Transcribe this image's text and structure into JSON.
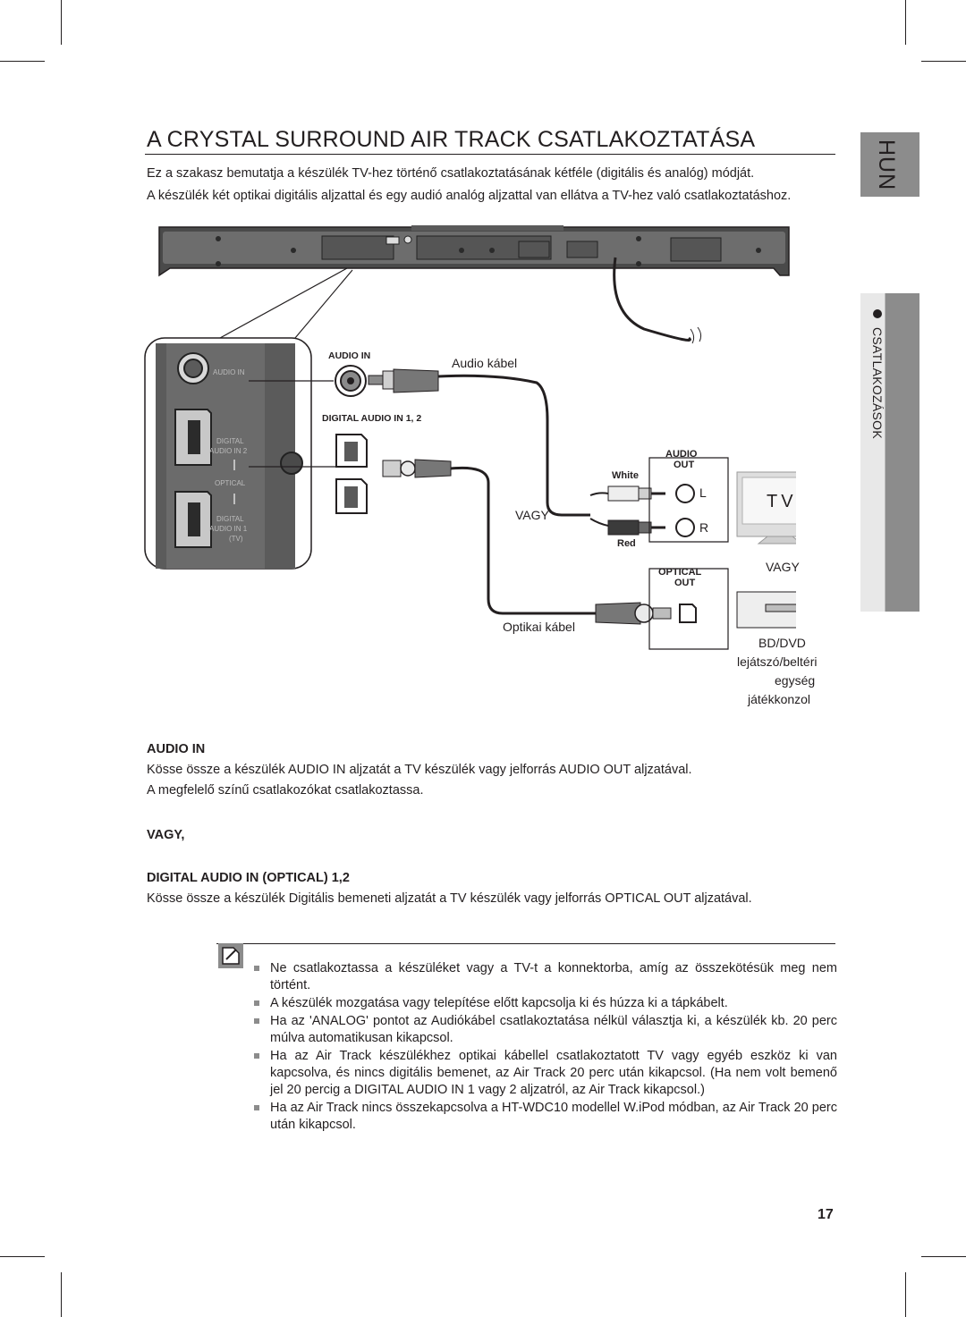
{
  "page": {
    "title": "A CRYSTAL SURROUND AIR TRACK CSATLAKOZTATÁSA",
    "intro": [
      "Ez a szakasz bemutatja a készülék TV-hez történő csatlakoztatásának kétféle (digitális és analóg) módját.",
      "A készülék két optikai digitális aljzattal és egy audió analóg aljzattal van ellátva a TV-hez való csatlakoztatáshoz."
    ],
    "language_tab": "HUN",
    "section_tab": "CSATLAKOZÁSOK",
    "page_number": "17"
  },
  "diagram": {
    "panel_labels": {
      "audio_in": "AUDIO IN",
      "digital_1": "DIGITAL",
      "digital_1b": "AUDIO IN 2",
      "optical": "OPTICAL",
      "digital_2": "DIGITAL",
      "digital_2b": "AUDIO IN 1",
      "tv_small": "(TV)"
    },
    "audio_in_label": "AUDIO IN",
    "digital_audio_in_label": "DIGITAL AUDIO IN 1, 2",
    "audio_cable_label": "Audio kábel",
    "or_label_1": "VAGY",
    "white_label": "White",
    "red_label": "Red",
    "audio_out_label_1": "AUDIO",
    "audio_out_label_2": "OUT",
    "left_label": "L",
    "right_label": "R",
    "tv_label": "TV",
    "or_label_2": "VAGY",
    "optical_out_label_1": "OPTICAL",
    "optical_out_label_2": "OUT",
    "optical_cable_label": "Optikai kábel",
    "device_lines": [
      "BD/DVD",
      "lejátszó/beltéri",
      "egység",
      "játékkonzol"
    ]
  },
  "sections": {
    "audio_in_heading": "AUDIO IN",
    "audio_in_body": [
      "Kösse össze a készülék AUDIO IN aljzatát a TV készülék vagy jelforrás AUDIO OUT aljzatával.",
      "A megfelelő színű csatlakozókat csatlakoztassa."
    ],
    "or_heading": "VAGY,",
    "digital_heading": "DIGITAL AUDIO IN (OPTICAL) 1,2",
    "digital_body": "Kösse össze a készülék Digitális bemeneti aljzatát a TV készülék vagy jelforrás OPTICAL OUT aljzatával."
  },
  "notes": [
    "Ne csatlakoztassa a készüléket vagy a TV-t a konnektorba, amíg az összekötésük meg nem történt.",
    "A készülék mozgatása vagy telepítése előtt kapcsolja ki és húzza ki a tápkábelt.",
    "Ha az 'ANALOG' pontot az Audiókábel csatlakoztatása nélkül választja ki, a készülék kb. 20 perc múlva automatikusan kikapcsol.",
    "Ha az Air Track készülékhez optikai kábellel csatlakoztatott TV vagy egyéb eszköz ki van kapcsolva, és nincs digitális bemenet, az Air Track 20 perc után kikapcsol. (Ha nem volt bemenő jel 20 percig a DIGITAL AUDIO IN 1 vagy 2 aljzatról, az Air Track kikapcsol.)",
    "Ha az Air Track nincs összekapcsolva a HT-WDC10 modellel W.iPod módban, az Air Track 20 perc után kikapcsol."
  ],
  "colors": {
    "tab_gray": "#8c8c8c",
    "tab_light": "#e8e8e8",
    "ink": "#231f20"
  }
}
